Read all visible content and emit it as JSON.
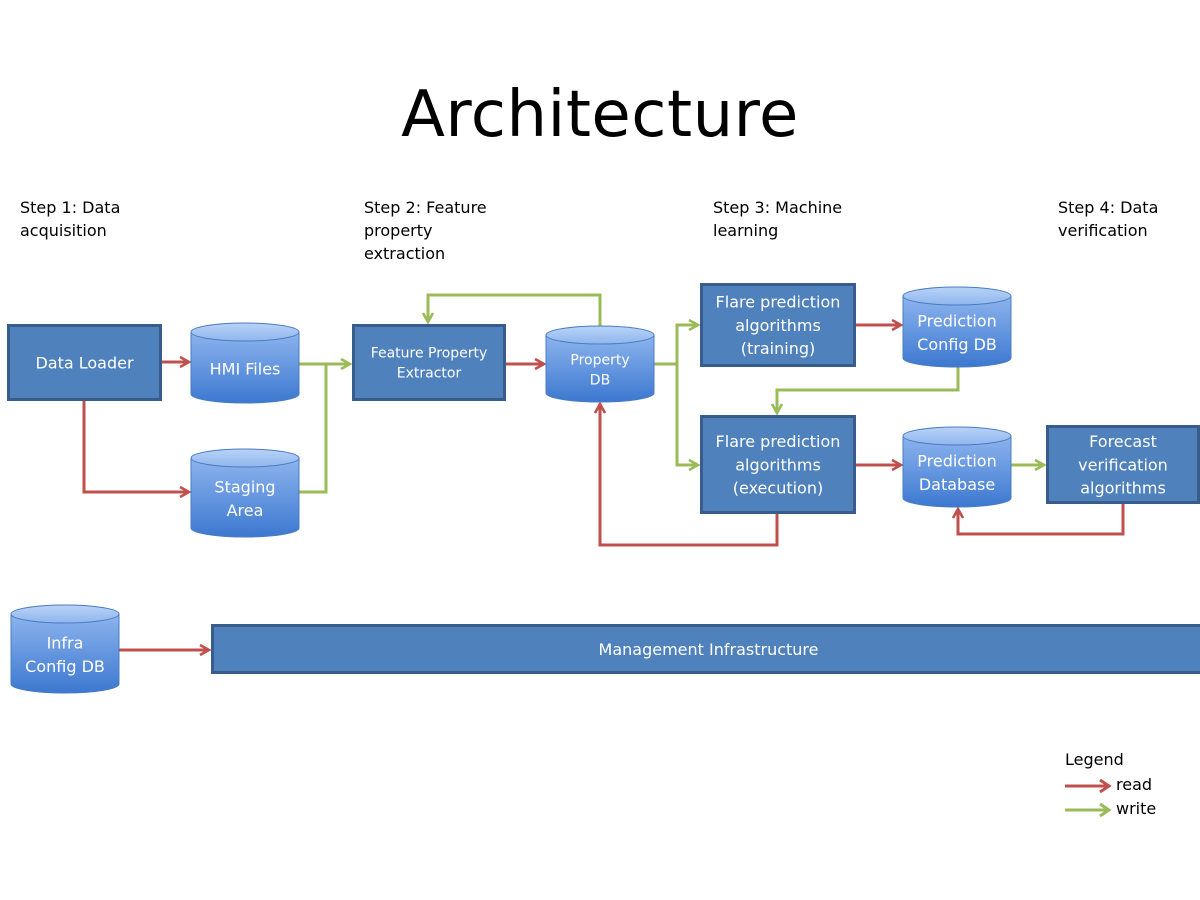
{
  "title": "Architecture",
  "steps": [
    {
      "lines": [
        "Step 1: Data",
        "acquisition"
      ]
    },
    {
      "lines": [
        "Step 2: Feature",
        "property",
        "extraction"
      ]
    },
    {
      "lines": [
        "Step 3: Machine",
        "learning"
      ]
    },
    {
      "lines": [
        "Step 4: Data",
        "verification"
      ]
    }
  ],
  "nodes": {
    "data_loader": {
      "type": "process",
      "lines": [
        "Data Loader"
      ]
    },
    "hmi_files": {
      "type": "database",
      "lines": [
        "HMI Files"
      ]
    },
    "staging_area": {
      "type": "database",
      "lines": [
        "Staging",
        "Area"
      ]
    },
    "feature_extractor": {
      "type": "process",
      "lines": [
        "Feature Property",
        "Extractor"
      ]
    },
    "property_db": {
      "type": "database",
      "lines": [
        "Property",
        "DB"
      ]
    },
    "flare_training": {
      "type": "process",
      "lines": [
        "Flare prediction",
        "algorithms",
        "(training)"
      ]
    },
    "prediction_config_db": {
      "type": "database",
      "lines": [
        "Prediction",
        "Config DB"
      ]
    },
    "flare_execution": {
      "type": "process",
      "lines": [
        "Flare prediction",
        "algorithms",
        "(execution)"
      ]
    },
    "prediction_database": {
      "type": "database",
      "lines": [
        "Prediction",
        "Database"
      ]
    },
    "forecast_verification": {
      "type": "process",
      "lines": [
        "Forecast",
        "verification",
        "algorithms"
      ]
    },
    "infra_config_db": {
      "type": "database",
      "lines": [
        "Infra",
        "Config DB"
      ]
    },
    "management_infrastructure": {
      "type": "process",
      "lines": [
        "Management Infrastructure"
      ]
    }
  },
  "edges": [
    {
      "from": "data_loader",
      "to": "hmi_files",
      "kind": "read"
    },
    {
      "from": "data_loader",
      "to": "staging_area",
      "kind": "read"
    },
    {
      "from": "hmi_files",
      "to": "feature_extractor",
      "kind": "write"
    },
    {
      "from": "staging_area",
      "to": "feature_extractor",
      "kind": "write"
    },
    {
      "from": "feature_extractor",
      "to": "property_db",
      "kind": "read"
    },
    {
      "from": "property_db",
      "to": "feature_extractor",
      "kind": "write"
    },
    {
      "from": "property_db",
      "to": "flare_training",
      "kind": "write"
    },
    {
      "from": "property_db",
      "to": "flare_execution",
      "kind": "write"
    },
    {
      "from": "flare_training",
      "to": "prediction_config_db",
      "kind": "read"
    },
    {
      "from": "prediction_config_db",
      "to": "flare_execution",
      "kind": "write"
    },
    {
      "from": "flare_execution",
      "to": "prediction_database",
      "kind": "read"
    },
    {
      "from": "flare_execution",
      "to": "property_db",
      "kind": "read"
    },
    {
      "from": "prediction_database",
      "to": "forecast_verification",
      "kind": "write"
    },
    {
      "from": "forecast_verification",
      "to": "prediction_database",
      "kind": "read"
    },
    {
      "from": "infra_config_db",
      "to": "management_infrastructure",
      "kind": "read"
    }
  ],
  "legend": {
    "title": "Legend",
    "items": [
      {
        "kind": "read",
        "label": "read"
      },
      {
        "kind": "write",
        "label": "write"
      }
    ]
  },
  "colors": {
    "read": "#c0504d",
    "write": "#9bbb59",
    "process_fill": "#4f81bd",
    "process_border": "#385d8a",
    "db_top": "#a7c7f2",
    "db_body_light": "#7fa9e8",
    "db_body_dark": "#3f7ad0",
    "db_border": "#4a7cc0",
    "text": "#ffffff"
  }
}
